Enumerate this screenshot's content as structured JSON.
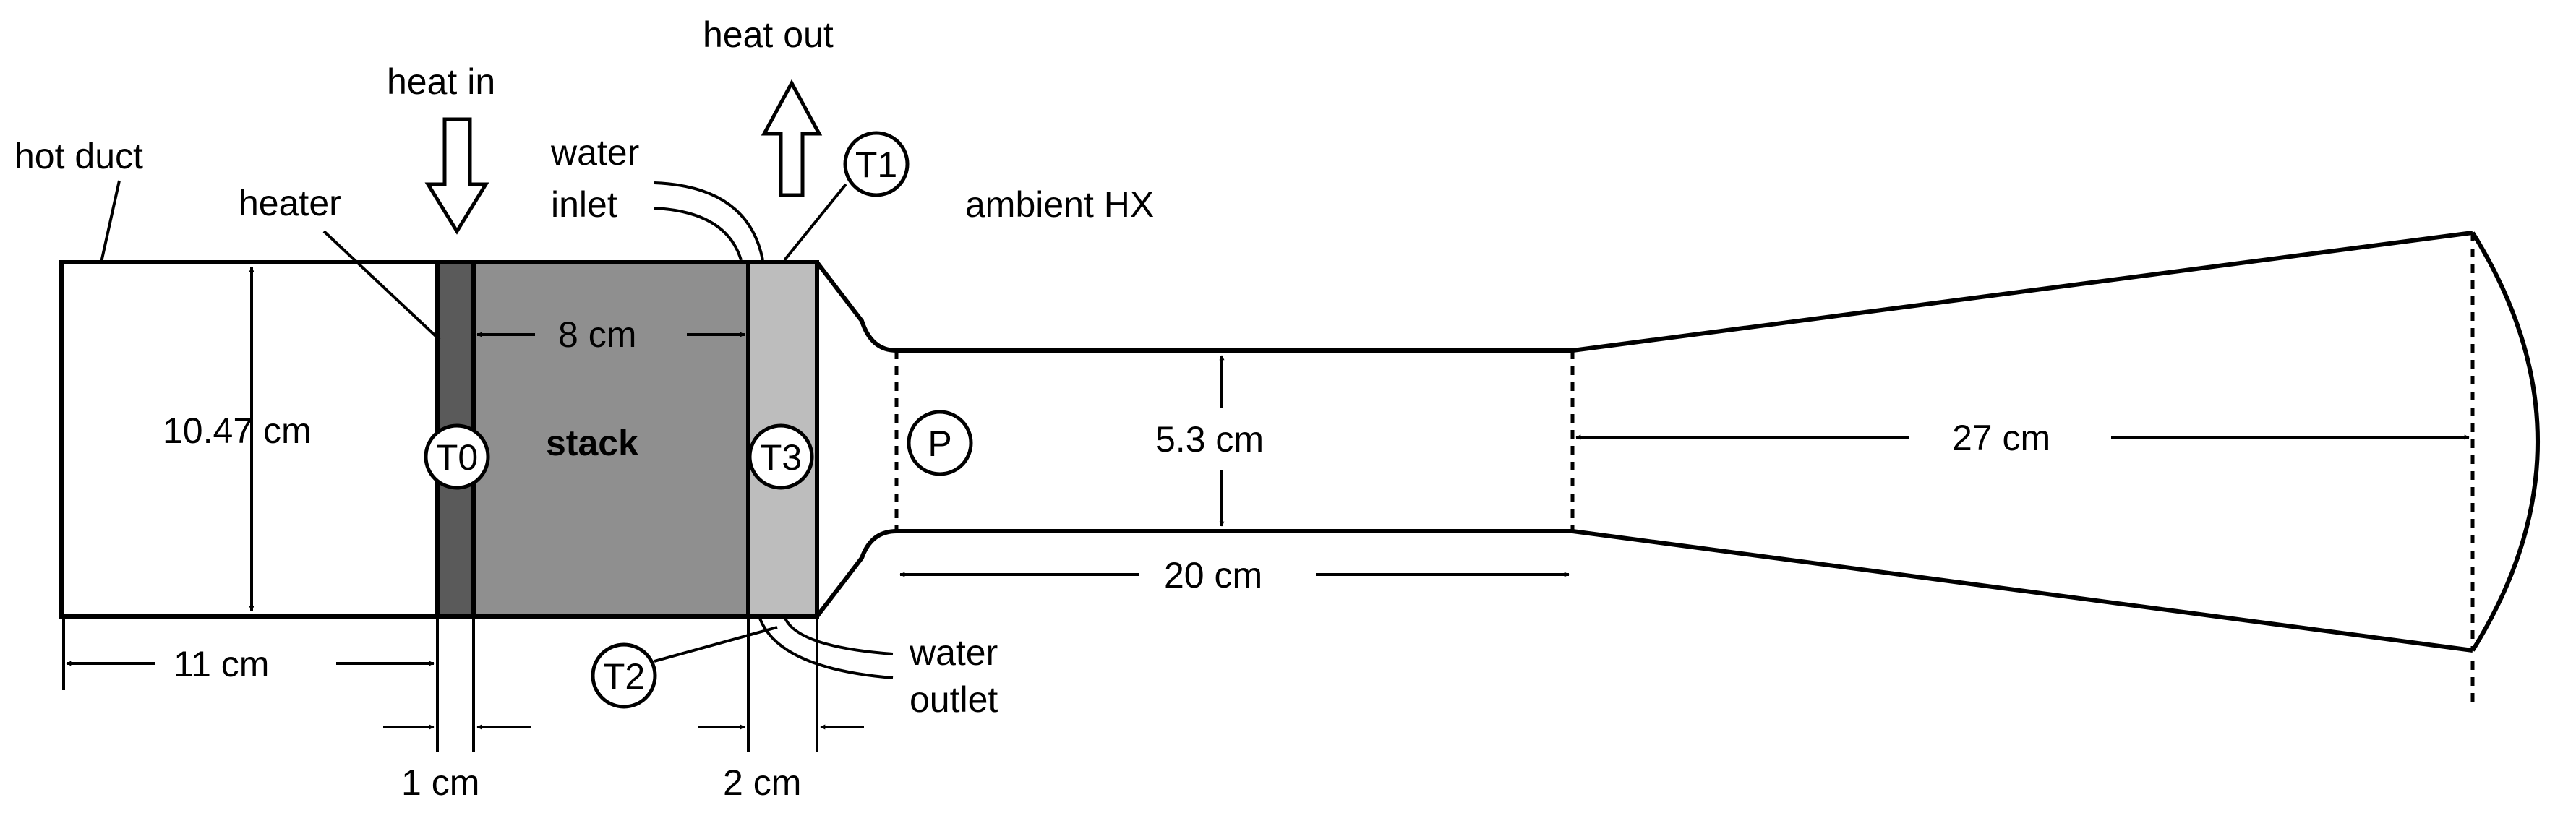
{
  "labels": {
    "hot_duct": "hot duct",
    "heat_in": "heat in",
    "heat_out": "heat out",
    "heater": "heater",
    "water_inlet_1": "water",
    "water_inlet_2": "inlet",
    "ambient_hx": "ambient HX",
    "stack": "stack",
    "water_outlet_1": "water",
    "water_outlet_2": "outlet"
  },
  "sensors": {
    "t0": "T0",
    "t1": "T1",
    "t2": "T2",
    "t3": "T3",
    "p": "P"
  },
  "dimensions": {
    "duct_height": "10.47 cm",
    "stack_length": "8 cm",
    "hot_duct_length": "11 cm",
    "heater_length": "1 cm",
    "hx_length": "2 cm",
    "narrow_diameter": "5.3 cm",
    "narrow_length": "20 cm",
    "cone_length": "27 cm"
  },
  "colors": {
    "heater": "#5a5a5a",
    "stack": "#8f8f8f",
    "ambient_hx": "#bdbdbd",
    "line": "#000000"
  }
}
